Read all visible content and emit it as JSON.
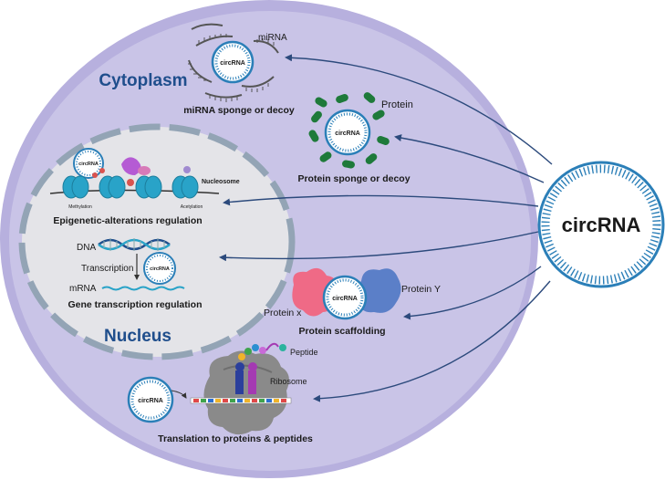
{
  "regions": {
    "cytoplasm": "Cytoplasm",
    "nucleus": "Nucleus"
  },
  "central": {
    "label": "circRNA"
  },
  "small_circ_label": "circRNA",
  "functions": {
    "mirna_sponge": {
      "caption": "miRNA sponge or decoy",
      "target_label": "miRNA"
    },
    "protein_sponge": {
      "caption": "Protein sponge or decoy",
      "target_label": "Protein"
    },
    "epigenetic": {
      "caption": "Epigenetic-alterations regulation",
      "nucleosome": "Nucleosome",
      "methylation": "Methylation",
      "acetylation": "Acetylation"
    },
    "transcription": {
      "caption": "Gene transcription regulation",
      "dna": "DNA",
      "process": "Transcription",
      "mrna": "mRNA"
    },
    "scaffolding": {
      "caption": "Protein scaffolding",
      "protein_x": "Protein x",
      "protein_y": "Protein Y"
    },
    "translation": {
      "caption": "Translation to proteins & peptides",
      "peptide": "Peptide",
      "ribosome": "Ribosome"
    }
  },
  "colors": {
    "cell_fill": "#c8c3e6",
    "cell_border": "#8e84c6",
    "inner_fill": "#c3bde3",
    "nucleus_fill": "#e3e3e7",
    "nucleus_border": "#8e9fb0",
    "arrow": "#2c4a7c",
    "circ_ring": "#2b7fb8",
    "title_blue": "#1f4e8c"
  }
}
